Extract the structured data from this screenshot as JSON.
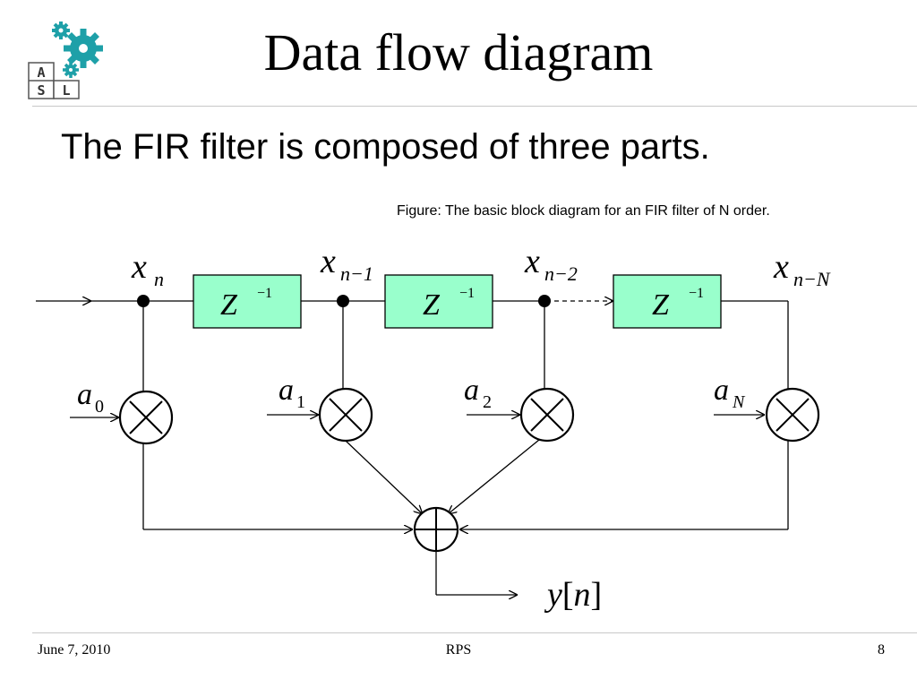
{
  "title": "Data flow diagram",
  "subtitle": "The FIR filter is composed of three parts.",
  "caption": "Figure: The basic block diagram for an FIR filter of N order.",
  "logo_letters": [
    "A",
    "S",
    "L"
  ],
  "colors": {
    "block_fill": "#99ffcc",
    "gear": "#1ea0a8",
    "rule": "#c8c8c8"
  },
  "delays": [
    {
      "base": "Z",
      "exp": "−1"
    },
    {
      "base": "Z",
      "exp": "−1"
    },
    {
      "base": "Z",
      "exp": "−1"
    }
  ],
  "taps": [
    {
      "base": "x",
      "sub": "n"
    },
    {
      "base": "x",
      "sub": "n−1"
    },
    {
      "base": "x",
      "sub": "n−2"
    },
    {
      "base": "x",
      "sub": "n−N"
    }
  ],
  "coefficients": [
    {
      "base": "a",
      "sub": "0"
    },
    {
      "base": "a",
      "sub": "1"
    },
    {
      "base": "a",
      "sub": "2"
    },
    {
      "base": "a",
      "sub": "N"
    }
  ],
  "output": {
    "var": "y",
    "open": "[",
    "idx": "n",
    "close": "]"
  },
  "footer": {
    "date": "June 7, 2010",
    "center": "RPS",
    "page": "8"
  }
}
